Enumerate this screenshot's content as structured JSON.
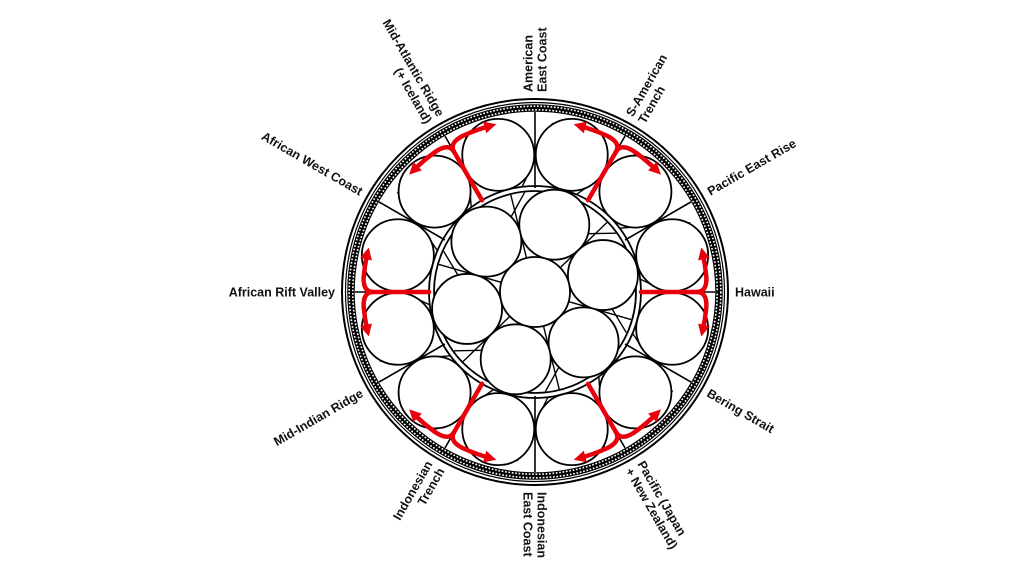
{
  "diagram": {
    "labels": [
      {
        "id": "american-east-coast",
        "lines": [
          "American",
          "East Coast"
        ]
      },
      {
        "id": "s-american-trench",
        "lines": [
          "S-American",
          "Trench"
        ]
      },
      {
        "id": "pacific-east-rise",
        "lines": [
          "Pacific East Rise"
        ]
      },
      {
        "id": "hawaii",
        "lines": [
          "Hawaii"
        ]
      },
      {
        "id": "bering-strait",
        "lines": [
          "Bering Strait"
        ]
      },
      {
        "id": "pacific-japan-new-zealand",
        "lines": [
          "Pacific (Japan",
          "+ New Zealand)"
        ]
      },
      {
        "id": "indonesian-east-coast",
        "lines": [
          "Indonesian",
          "East Coast"
        ]
      },
      {
        "id": "indonesian-trench",
        "lines": [
          "Indonesian",
          "Trench"
        ]
      },
      {
        "id": "mid-indian-ridge",
        "lines": [
          "Mid-Indian Ridge"
        ]
      },
      {
        "id": "african-rift-valley",
        "lines": [
          "African Rift Valley"
        ]
      },
      {
        "id": "african-west-coast",
        "lines": [
          "African West Coast"
        ]
      },
      {
        "id": "mid-atlantic-ridge",
        "lines": [
          "Mid-Atlantic Ridge",
          "(+ Iceland)"
        ]
      }
    ],
    "colors": {
      "line": "#000000",
      "arrow": "#e8000b",
      "background": "#ffffff"
    }
  }
}
